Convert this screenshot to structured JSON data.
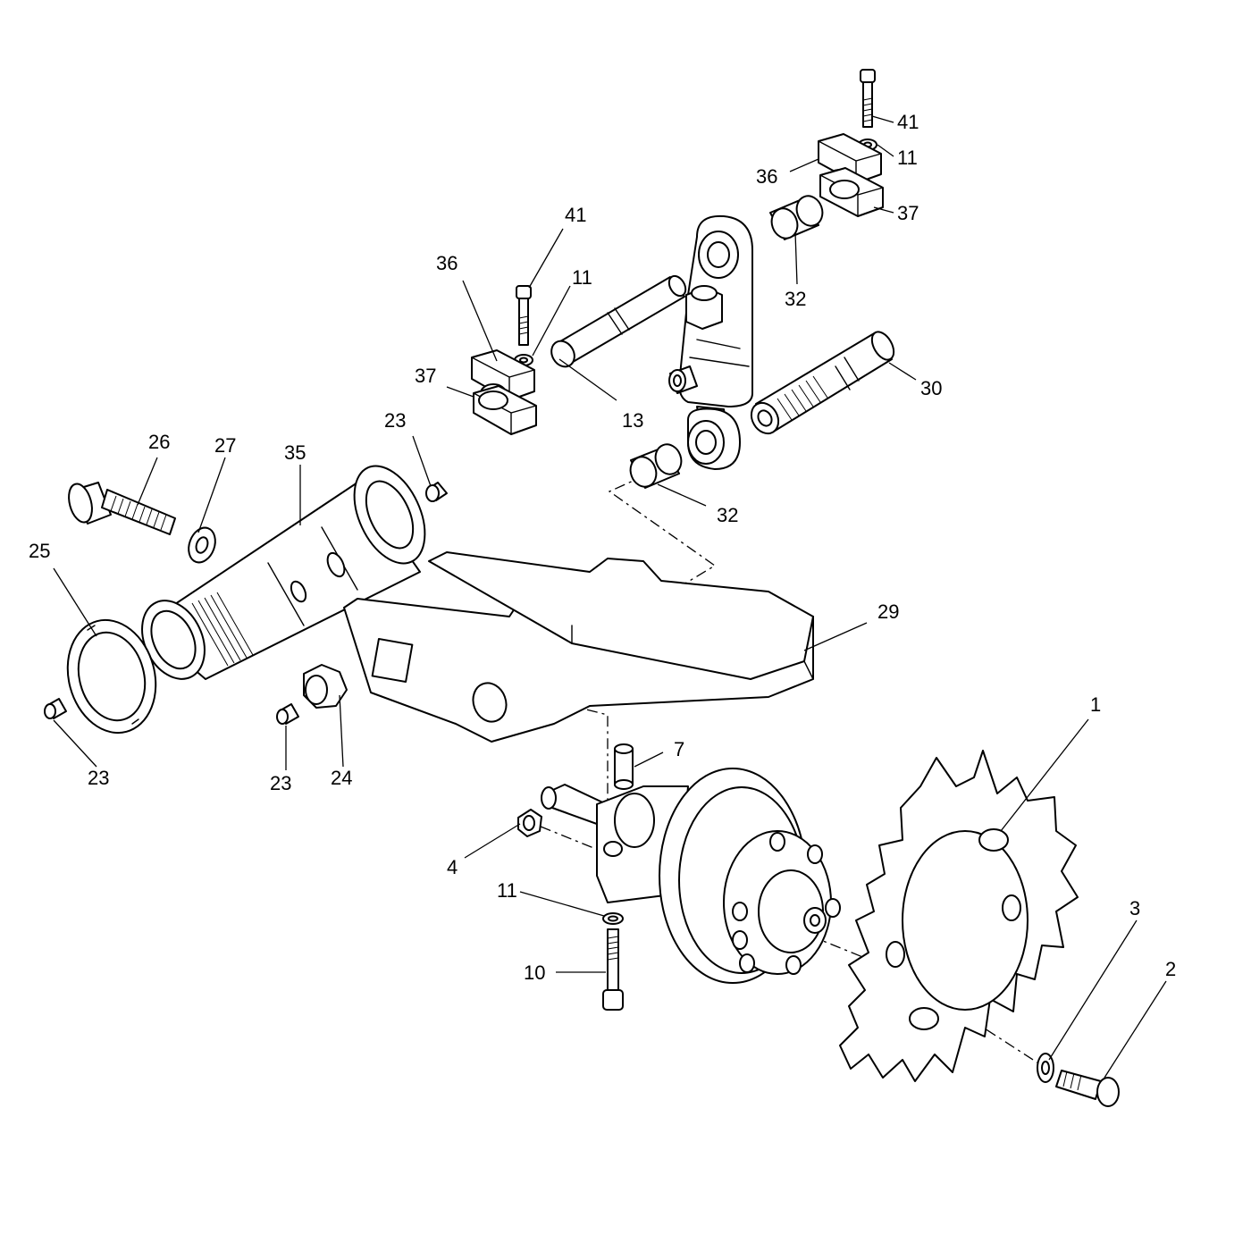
{
  "colors": {
    "line": "#000000",
    "background": "#ffffff"
  },
  "callouts": [
    {
      "id": "c41a",
      "text": "41"
    },
    {
      "id": "c11a",
      "text": "11"
    },
    {
      "id": "c36a",
      "text": "36"
    },
    {
      "id": "c37a",
      "text": "37"
    },
    {
      "id": "c32a",
      "text": "32"
    },
    {
      "id": "c41b",
      "text": "41"
    },
    {
      "id": "c36b",
      "text": "36"
    },
    {
      "id": "c11b",
      "text": "11"
    },
    {
      "id": "c37b",
      "text": "37"
    },
    {
      "id": "c13",
      "text": "13"
    },
    {
      "id": "c30",
      "text": "30"
    },
    {
      "id": "c23a",
      "text": "23"
    },
    {
      "id": "c26",
      "text": "26"
    },
    {
      "id": "c27",
      "text": "27"
    },
    {
      "id": "c35",
      "text": "35"
    },
    {
      "id": "c32b",
      "text": "32"
    },
    {
      "id": "c25",
      "text": "25"
    },
    {
      "id": "c29",
      "text": "29"
    },
    {
      "id": "c1",
      "text": "1"
    },
    {
      "id": "c7",
      "text": "7"
    },
    {
      "id": "c23b",
      "text": "23"
    },
    {
      "id": "c23c",
      "text": "23"
    },
    {
      "id": "c24",
      "text": "24"
    },
    {
      "id": "c4",
      "text": "4"
    },
    {
      "id": "c11c",
      "text": "11"
    },
    {
      "id": "c3",
      "text": "3"
    },
    {
      "id": "c2",
      "text": "2"
    },
    {
      "id": "c10",
      "text": "10"
    }
  ]
}
